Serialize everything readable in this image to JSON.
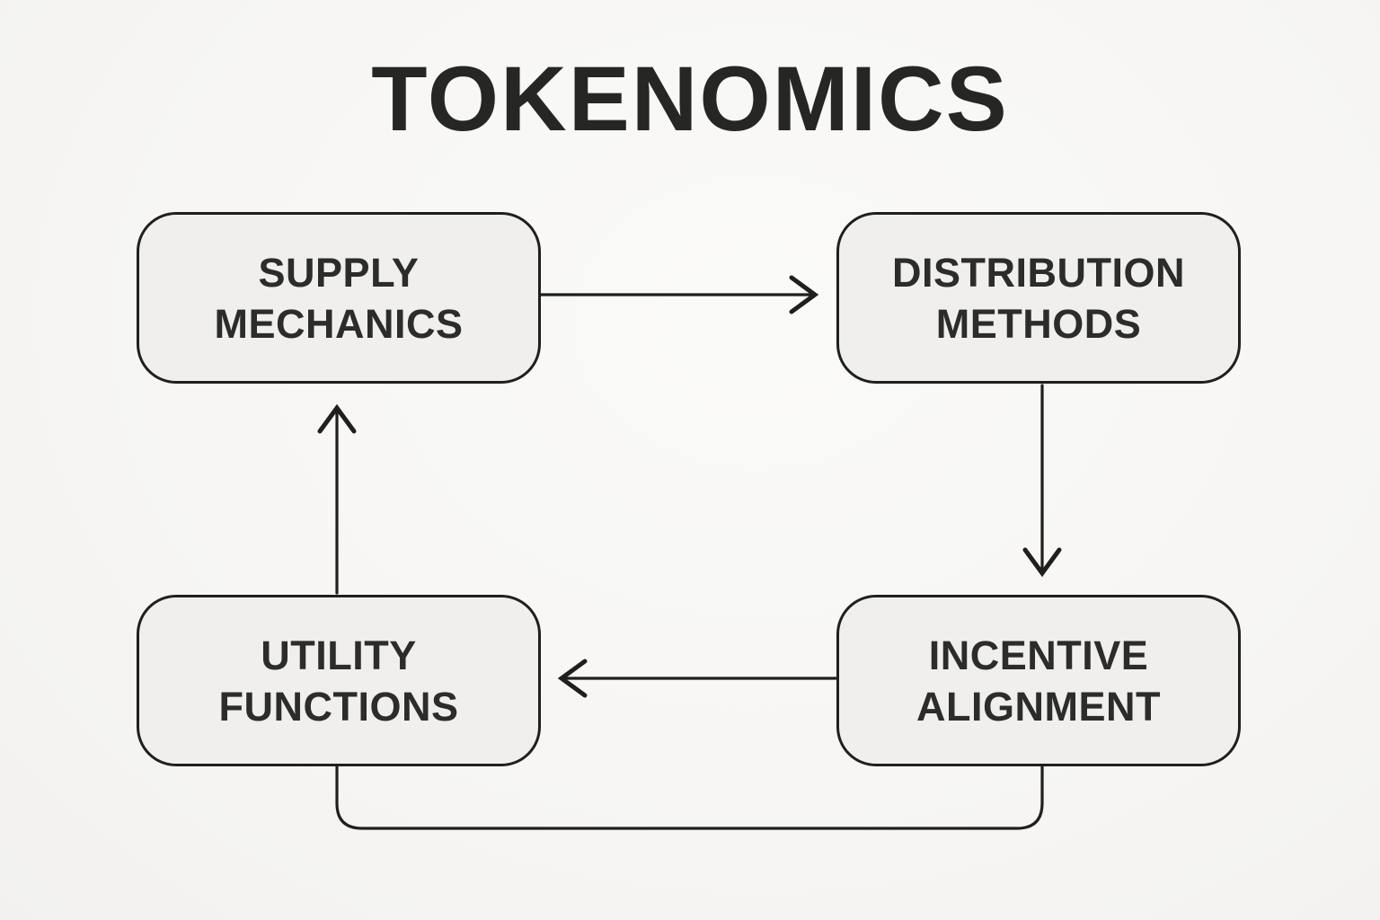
{
  "diagram": {
    "title": "TOKENOMICS",
    "nodes": [
      {
        "id": "supply-mechanics",
        "label": "SUPPLY MECHANICS",
        "line1": "SUPPLY",
        "line2": "MECHANICS"
      },
      {
        "id": "distribution-methods",
        "label": "DISTRIBUTION METHODS",
        "line1": "DISTRIBUTION",
        "line2": "METHODS"
      },
      {
        "id": "utility-functions",
        "label": "UTILITY FUNCTIONS",
        "line1": "UTILITY",
        "line2": "FUNCTIONS"
      },
      {
        "id": "incentive-alignment",
        "label": "INCENTIVE ALIGNMENT",
        "line1": "INCENTIVE",
        "line2": "ALIGNMENT"
      }
    ],
    "edges": [
      {
        "from": "supply-mechanics",
        "to": "distribution-methods",
        "style": "arrow",
        "direction": "right"
      },
      {
        "from": "distribution-methods",
        "to": "incentive-alignment",
        "style": "arrow",
        "direction": "down"
      },
      {
        "from": "incentive-alignment",
        "to": "utility-functions",
        "style": "arrow",
        "direction": "left"
      },
      {
        "from": "utility-functions",
        "to": "supply-mechanics",
        "style": "arrow",
        "direction": "up"
      },
      {
        "from": "utility-functions",
        "to": "incentive-alignment",
        "style": "plain-connector",
        "direction": "bottom-loop"
      }
    ],
    "colors": {
      "background": "#f7f6f4",
      "node_fill": "#f0efed",
      "stroke": "#1f1f1e",
      "text": "#2c2c2a",
      "title_text": "#262624"
    }
  }
}
